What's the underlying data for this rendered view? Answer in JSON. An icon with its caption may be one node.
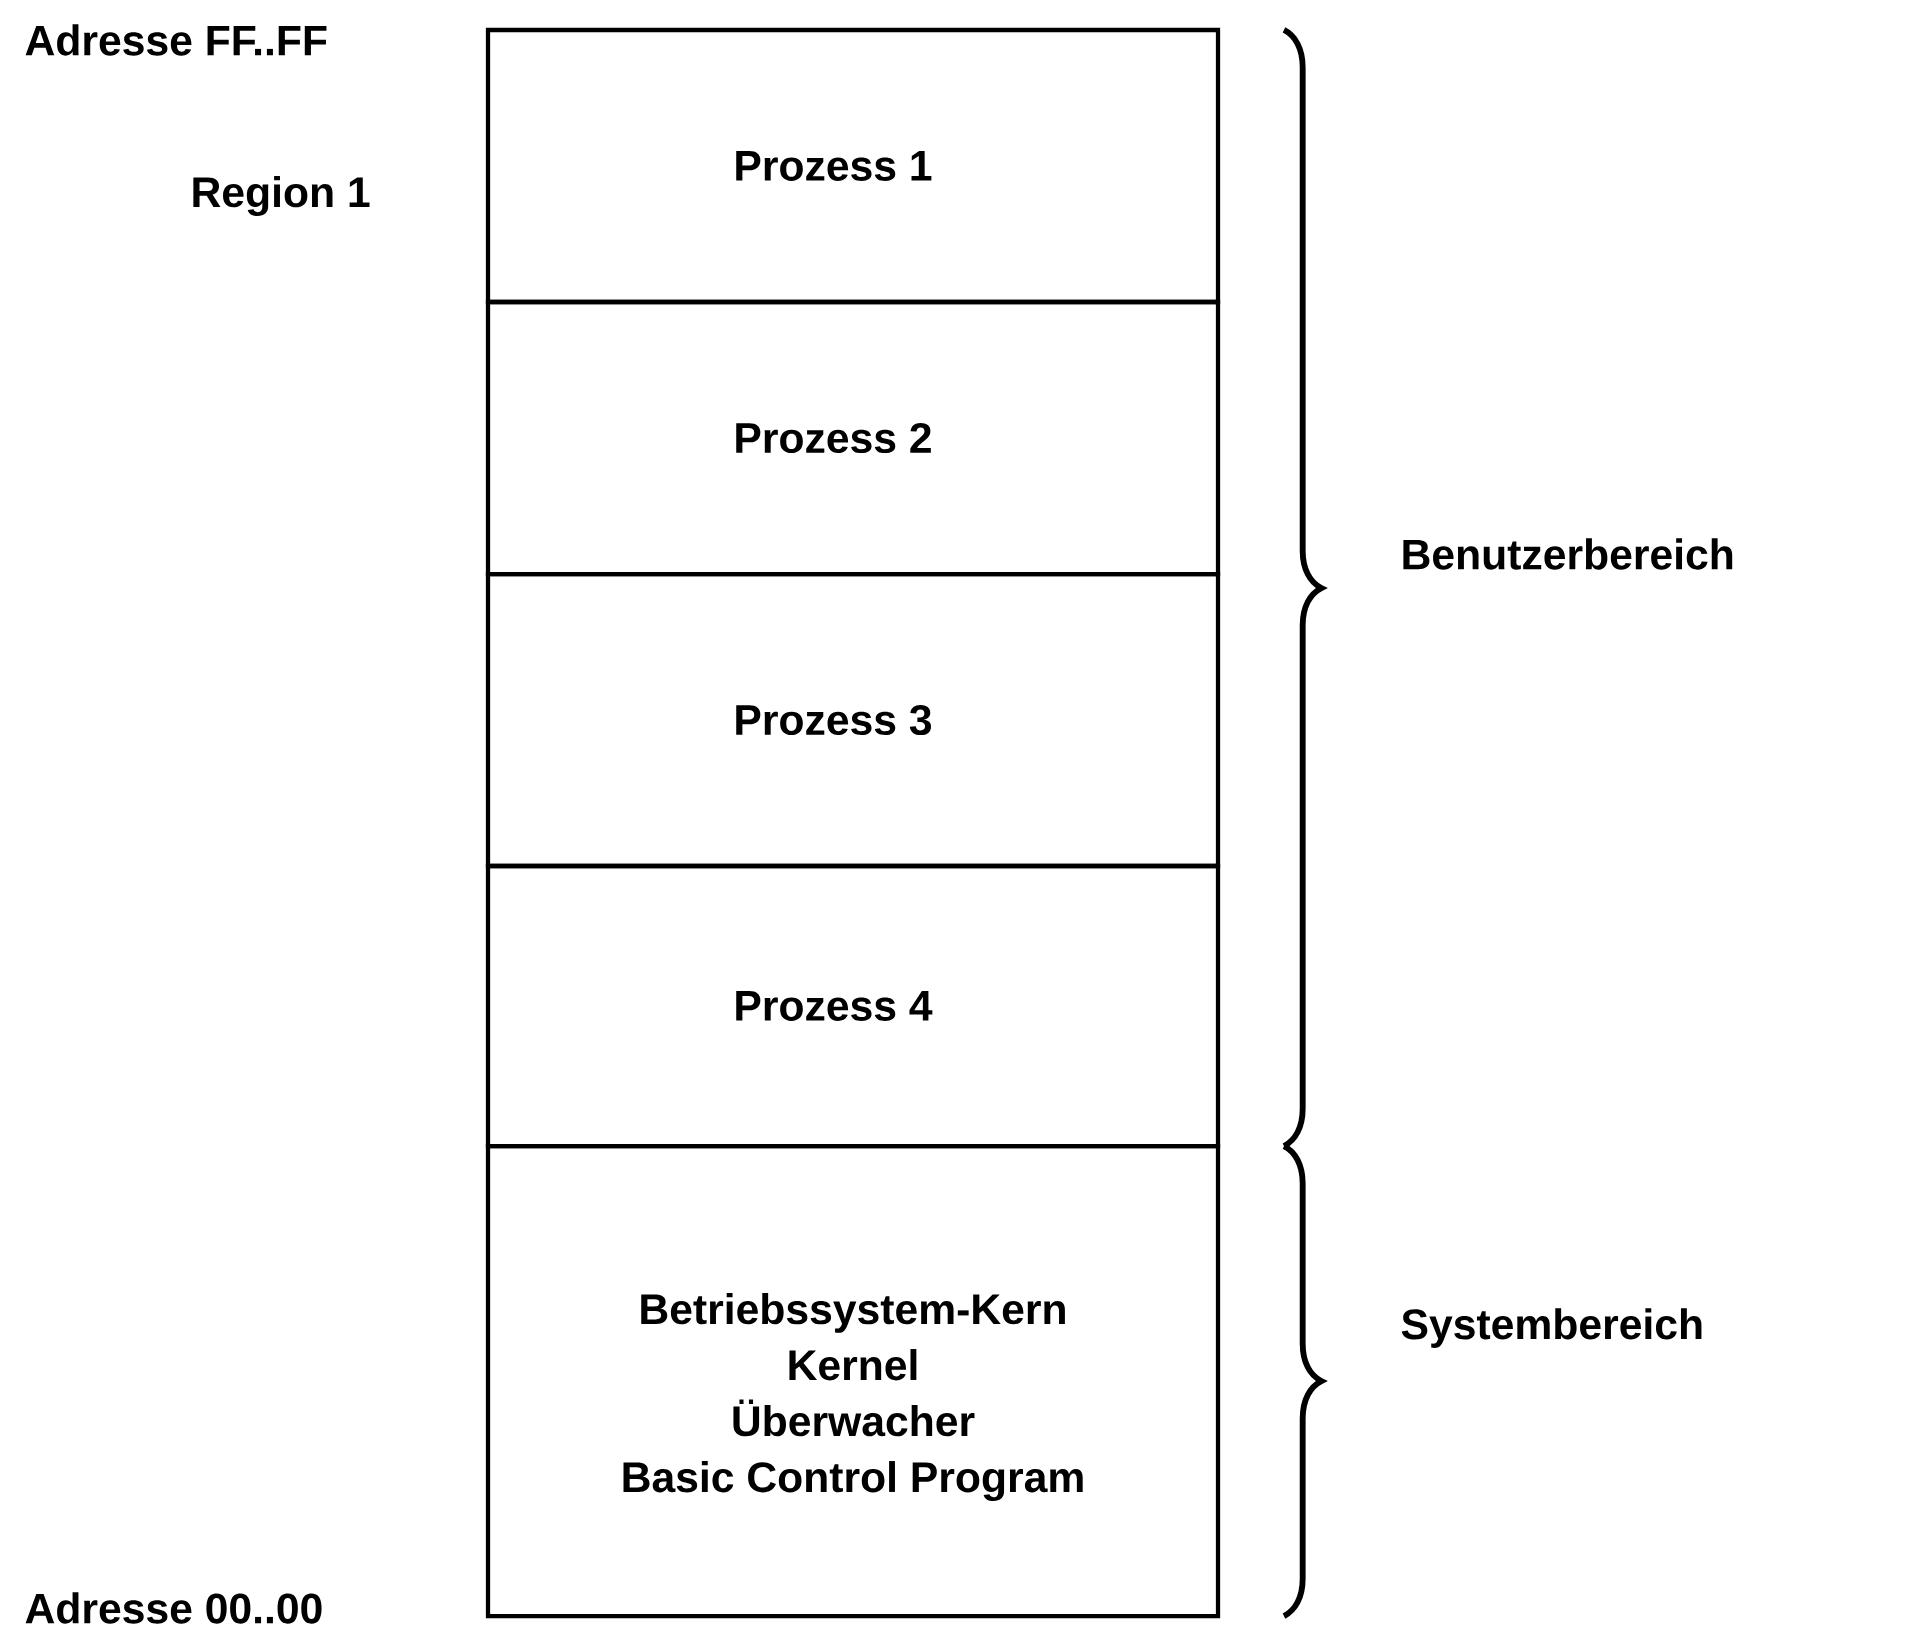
{
  "diagram": {
    "nodes": [
      {
        "text": [
          "Prozess 1"
        ]
      },
      {
        "text": [
          "Prozess 2"
        ]
      },
      {
        "text": [
          "Prozess 3"
        ]
      },
      {
        "text": [
          "Prozess 4"
        ]
      },
      {
        "text": [
          "Betriebssystem-Kern",
          "Kernel",
          "Überwacher",
          "Basic Control Program"
        ]
      }
    ],
    "labels": [
      "Adresse FF..FF",
      "Region 1",
      "Benutzerbereich",
      "Systembereich",
      "Adresse 00..00"
    ]
  }
}
